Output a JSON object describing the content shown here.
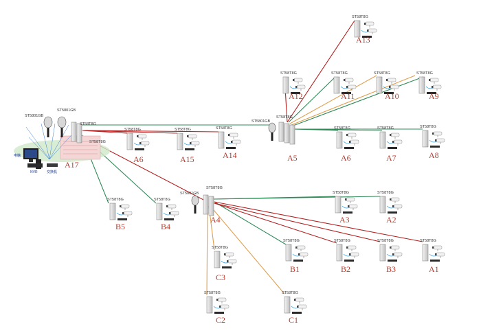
{
  "legend": {
    "dianchi_label": "电脑",
    "nvr_label": "NVR",
    "switch_label": "交换机"
  },
  "hubs": [
    {
      "id": "A17",
      "label": "A17",
      "model_a": "ST5801GB",
      "model_b": "ST5801GB",
      "model_c": "ST58T8G",
      "model_d": "ST58T8G"
    },
    {
      "id": "A5",
      "label": "A5",
      "model_a": "ST5801GB",
      "model_b": "ST58T8G"
    },
    {
      "id": "A4",
      "label": "A4",
      "model_a": "ST5801GB",
      "model_b": "ST58T8G"
    }
  ],
  "stations": [
    {
      "id": "A13",
      "label": "A13",
      "model": "ST58T8G"
    },
    {
      "id": "A12",
      "label": "A12",
      "model": "ST58T8G"
    },
    {
      "id": "A11",
      "label": "A11",
      "model": "ST58T8G"
    },
    {
      "id": "A10",
      "label": "A10",
      "model": "ST58T8G"
    },
    {
      "id": "A9",
      "label": "A9",
      "model": "ST58T8G"
    },
    {
      "id": "A6a",
      "label": "A6",
      "model": "ST58T8G"
    },
    {
      "id": "A15",
      "label": "A15",
      "model": "ST58T8G"
    },
    {
      "id": "A14",
      "label": "A14",
      "model": "ST58T8G"
    },
    {
      "id": "A6b",
      "label": "A6",
      "model": "ST58T8G"
    },
    {
      "id": "A7",
      "label": "A7",
      "model": "ST58T8G"
    },
    {
      "id": "A8",
      "label": "A8",
      "model": "ST58T8G"
    },
    {
      "id": "B5",
      "label": "B5",
      "model": "ST58T8G"
    },
    {
      "id": "B4",
      "label": "B4",
      "model": "ST58T8G"
    },
    {
      "id": "A3",
      "label": "A3",
      "model": "ST58T8G"
    },
    {
      "id": "A2",
      "label": "A2",
      "model": "ST58T8G"
    },
    {
      "id": "B1",
      "label": "B1",
      "model": "ST58T8G"
    },
    {
      "id": "B2",
      "label": "B2",
      "model": "ST58T8G"
    },
    {
      "id": "B3",
      "label": "B3",
      "model": "ST58T8G"
    },
    {
      "id": "A1",
      "label": "A1",
      "model": "ST58T8G"
    },
    {
      "id": "C3",
      "label": "C3",
      "model": "ST58T8G"
    },
    {
      "id": "C2",
      "label": "C2",
      "model": "ST58T8G"
    },
    {
      "id": "C1",
      "label": "C1",
      "model": "ST58T8G"
    }
  ],
  "colors": {
    "green": "#2e8b57",
    "red": "#b22222",
    "orange": "#e0a050",
    "label_red": "#c0392b"
  }
}
